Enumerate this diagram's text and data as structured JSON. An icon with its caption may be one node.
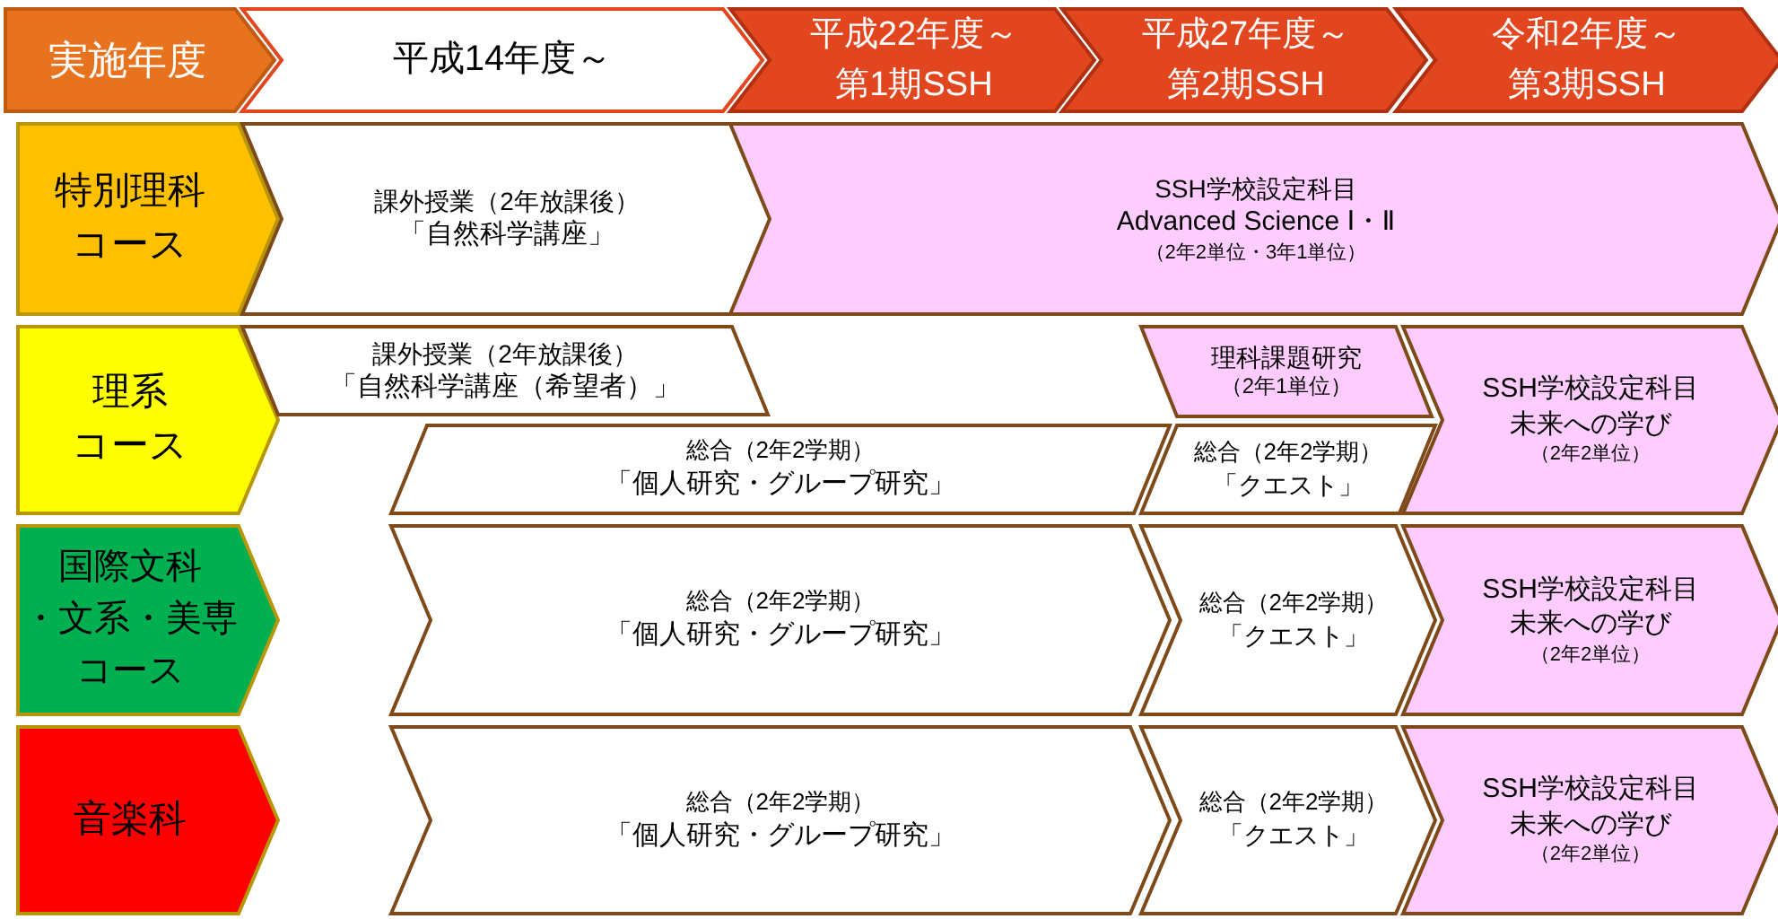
{
  "diagram": {
    "nodes": [
      {
        "text": [
          "実施年度"
        ]
      },
      {
        "text": [
          "平成14年度～"
        ]
      },
      {
        "text": [
          "平成22年度～第1期SSH"
        ]
      },
      {
        "text": [
          "平成27年度～第2期SSH"
        ]
      },
      {
        "text": [
          "令和2年度～第3期SSH"
        ]
      },
      {
        "text": [
          "特別理科コース"
        ]
      },
      {
        "text": [
          "課外授業（2年放課後）",
          "「自然科学講座」"
        ]
      },
      {
        "text": [
          "SSH学校設定科目",
          "Advanced Science Ⅰ・Ⅱ",
          "（2年2単位・3年1単位）"
        ]
      },
      {
        "text": [
          "理系コース"
        ]
      },
      {
        "text": [
          "課外授業（2年放課後）",
          "「自然科学講座（希望者）」"
        ]
      },
      {
        "text": [
          "理科課題研究",
          "（2年1単位）"
        ]
      },
      {
        "text": [
          "SSH学校設定科目",
          "未来への学び",
          "（2年2単位）"
        ]
      },
      {
        "text": [
          "総合（2年2学期）",
          "「個人研究・グループ研究」"
        ]
      },
      {
        "text": [
          "総合（2年2学期）",
          "「クエスト」"
        ]
      },
      {
        "text": [
          "国際文科・文系・美専コース"
        ]
      },
      {
        "text": [
          "総合（2年2学期）",
          "「個人研究・グループ研究」"
        ]
      },
      {
        "text": [
          "総合（2年2学期）",
          "「クエスト」"
        ]
      },
      {
        "text": [
          "SSH学校設定科目",
          "未来への学び",
          "（2年2単位）"
        ]
      },
      {
        "text": [
          "音楽科"
        ]
      },
      {
        "text": [
          "総合（2年2学期）",
          "「個人研究・グループ研究」"
        ]
      },
      {
        "text": [
          "総合（2年2学期）",
          "「クエスト」"
        ]
      },
      {
        "text": [
          "SSH学校設定科目",
          "未来への学び",
          "（2年2単位）"
        ]
      }
    ]
  }
}
